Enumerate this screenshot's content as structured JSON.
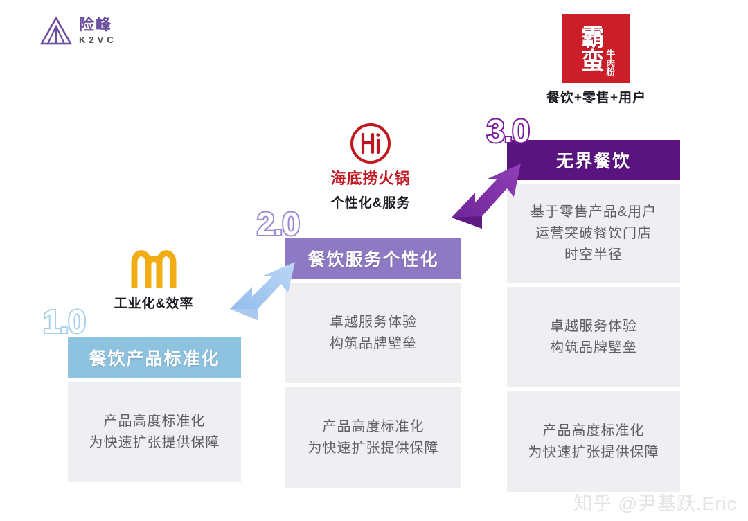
{
  "brand": {
    "name_cn": "险峰",
    "name_en": "K2VC",
    "mark_color": "#6b4f9e"
  },
  "watermark": "知乎 @尹基跃.Eric",
  "colors": {
    "stage1_header": "#8ec3e0",
    "stage2_header": "#8e79c4",
    "stage3_header": "#5a1480",
    "panel_bg": "#efeff1",
    "arrow_blue": "#9dc4ee",
    "arrow_purple": "#7b2d9e",
    "mcdonalds_yellow": "#f2ad14",
    "haidilao_red": "#c0161f",
    "baman_red": "#cc1e28"
  },
  "stages": [
    {
      "version": "1.0",
      "logo_name": "mcdonalds-logo",
      "logo_caption": "工业化&效率",
      "header": "餐饮产品标准化",
      "panels": [
        {
          "lines": [
            "产品高度标准化",
            "为快速扩张提供保障"
          ]
        }
      ]
    },
    {
      "version": "2.0",
      "logo_name": "haidilao-logo",
      "logo_brand_cn": "海底捞火锅",
      "logo_badge_text": "Hi",
      "logo_caption": "个性化&服务",
      "header": "餐饮服务个性化",
      "panels": [
        {
          "lines": [
            "卓越服务体验",
            "构筑品牌壁垒"
          ]
        },
        {
          "lines": [
            "产品高度标准化",
            "为快速扩张提供保障"
          ]
        }
      ]
    },
    {
      "version": "3.0",
      "logo_name": "baman-logo",
      "logo_badge_main": "霸蛮",
      "logo_badge_sub": "牛肉粉",
      "logo_caption": "餐饮+零售+用户",
      "header": "无界餐饮",
      "panels": [
        {
          "lines": [
            "基于零售产品&用户",
            "运营突破餐饮门店",
            "时空半径"
          ]
        },
        {
          "lines": [
            "卓越服务体验",
            "构筑品牌壁垒"
          ]
        },
        {
          "lines": [
            "产品高度标准化",
            "为快速扩张提供保障"
          ]
        }
      ]
    }
  ],
  "arrows": [
    {
      "name": "arrow-stage1-to-stage2",
      "color": "#9dc4ee"
    },
    {
      "name": "arrow-stage2-to-stage3",
      "color": "#7b2d9e"
    }
  ]
}
